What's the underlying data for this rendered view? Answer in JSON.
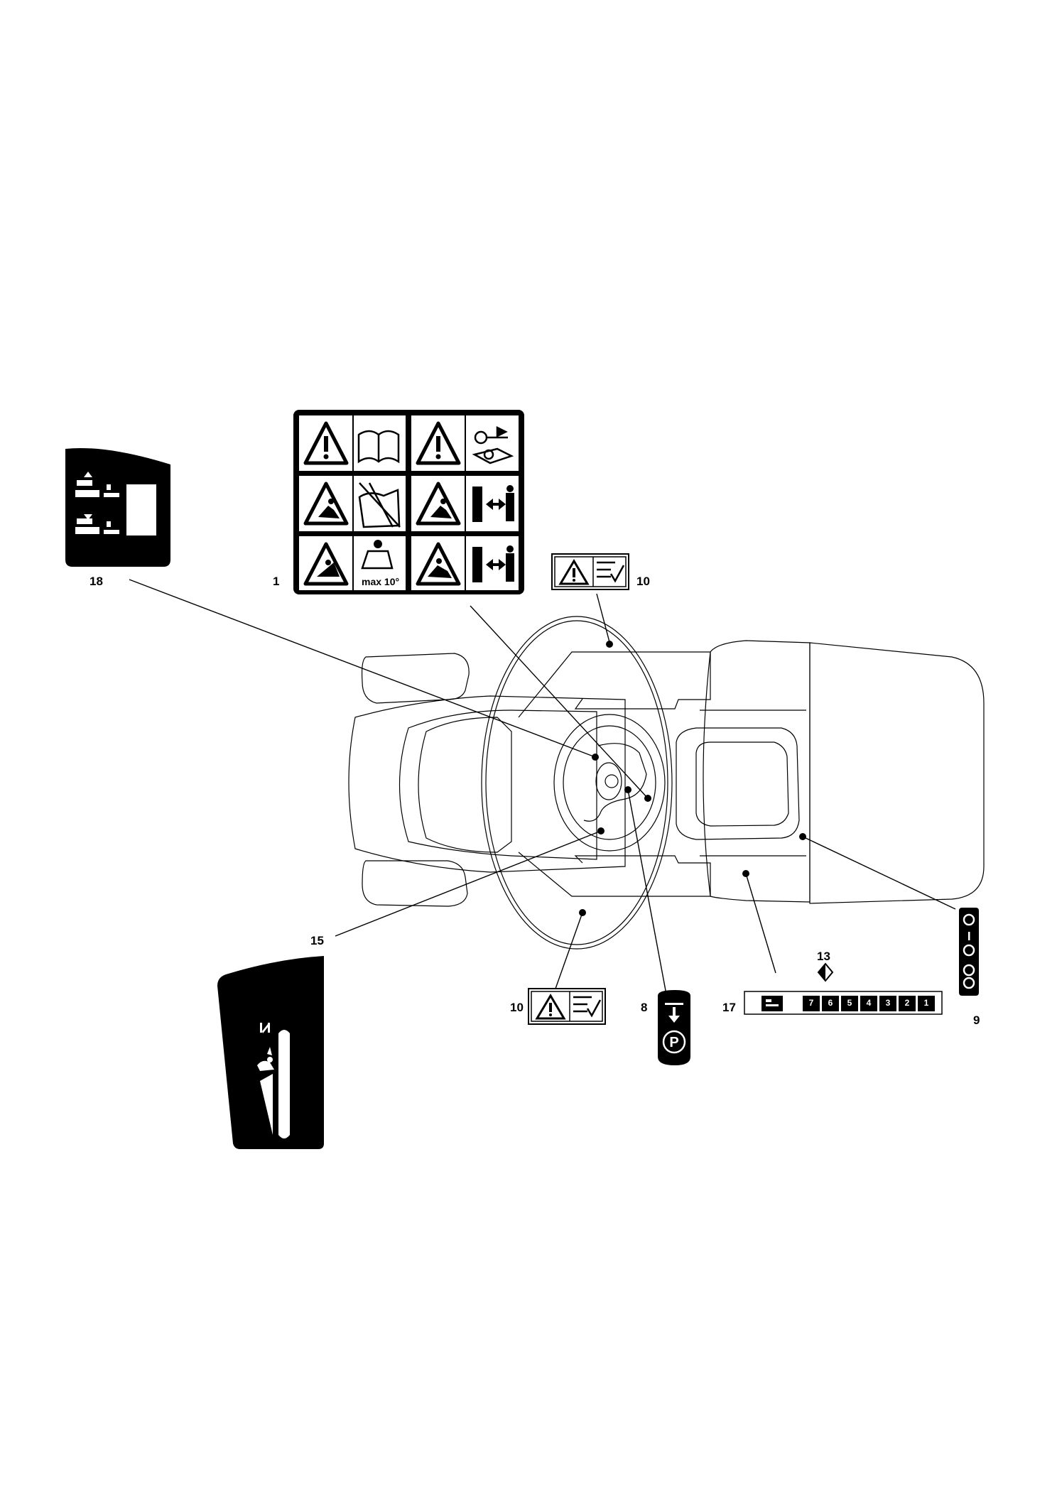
{
  "callouts": {
    "c18": "18",
    "c1": "1",
    "c10a": "10",
    "c15": "15",
    "c10b": "10",
    "c8": "8",
    "c17": "17",
    "c13": "13",
    "c9": "9"
  },
  "decal1": {
    "slope_text": "max 10°"
  },
  "decal17": {
    "positions": [
      "7",
      "6",
      "5",
      "4",
      "3",
      "2",
      "1"
    ]
  },
  "decal8": {
    "parking_letter": "P"
  },
  "colors": {
    "ink": "#000000",
    "paper": "#ffffff"
  }
}
